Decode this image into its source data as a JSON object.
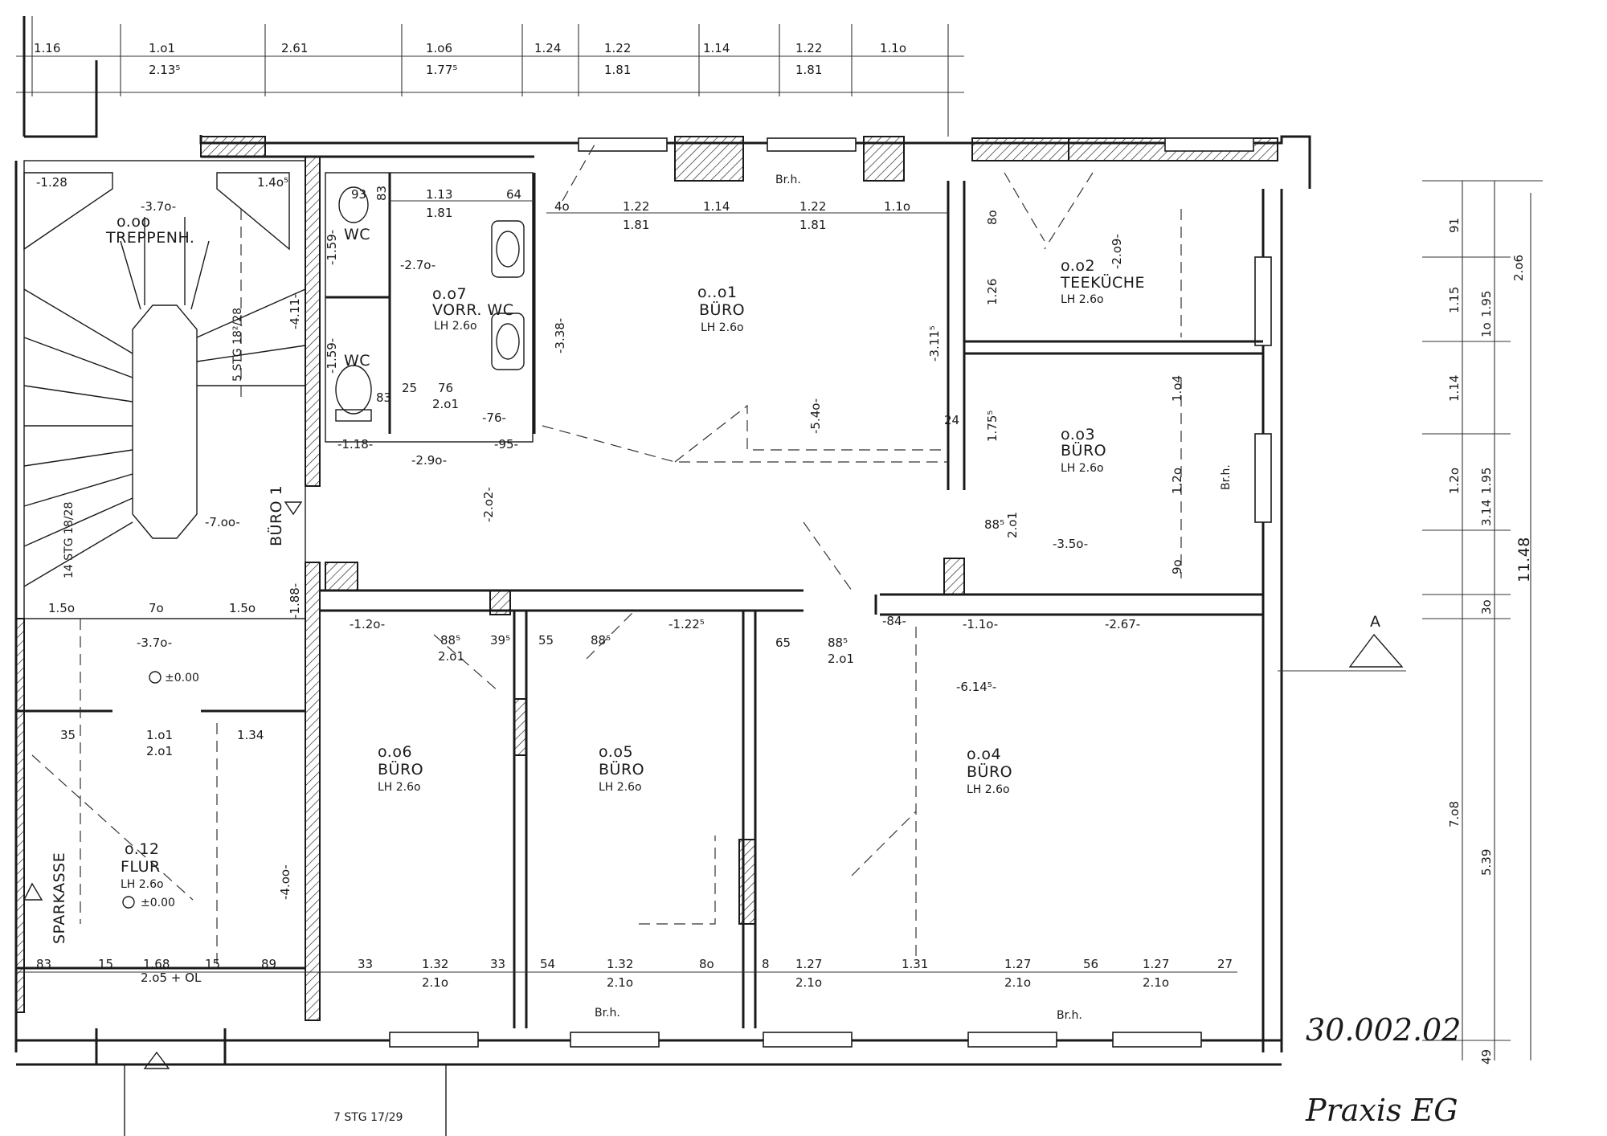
{
  "rooms": [
    {
      "id": "room-000",
      "num": "o.oo",
      "name": "TREPPENH.",
      "lh": ""
    },
    {
      "id": "room-001",
      "num": "o..o1",
      "name": "BÜRO",
      "lh": "LH 2.6o"
    },
    {
      "id": "room-002",
      "num": "o.o2",
      "name": "TEEKÜCHE",
      "lh": "LH 2.6o"
    },
    {
      "id": "room-003",
      "num": "o.o3",
      "name": "BÜRO",
      "lh": "LH 2.6o"
    },
    {
      "id": "room-004",
      "num": "o.o4",
      "name": "BÜRO",
      "lh": "LH 2.6o"
    },
    {
      "id": "room-005",
      "num": "o.o5",
      "name": "BÜRO",
      "lh": "LH 2.6o"
    },
    {
      "id": "room-006",
      "num": "o.o6",
      "name": "BÜRO",
      "lh": "LH 2.6o"
    },
    {
      "id": "room-007",
      "num": "o.o7",
      "name": "VORR. WC",
      "lh": "LH 2.6o"
    },
    {
      "id": "room-012",
      "num": "o.12",
      "name": "FLUR",
      "lh": "LH 2.6o"
    }
  ],
  "labels": {
    "wc_upper": "WC",
    "wc_lower": "WC",
    "buero1": "BÜRO 1",
    "sparkasse": "SPARKASSE",
    "stg_main": "5 STG 18²/28",
    "stg_left": "14 STG 18/28",
    "stg_bottom": "7 STG 17/29",
    "level_upper": "±0.00",
    "level_lower": "±0.00",
    "brh": "Br.h.",
    "section": "A",
    "date": "30.002.02",
    "title": "Praxis EG",
    "olabel": "2.o5 + OL"
  },
  "dims_top": [
    "1.16",
    "1.o1",
    "2.13⁵",
    "2.61",
    "1.o6",
    "1.77⁵",
    "1.24",
    "1.22",
    "1.81",
    "1.14",
    "1.22",
    "1.81",
    "1.1o"
  ],
  "dims_inner_top": [
    "4o",
    "1.22",
    "1.81",
    "1.14",
    "1.22",
    "1.81",
    "1.1o"
  ],
  "dims_wc": [
    "1.13",
    "1.81",
    "64",
    "93",
    "83"
  ],
  "dims_right": [
    "91",
    "1.15",
    "1.95",
    "2.o6",
    "1o",
    "1.14",
    "1.2o",
    "1.95",
    "3.14",
    "11.48",
    "3o",
    "7.o8",
    "5.39",
    "49"
  ],
  "dims_bottom": [
    "83",
    "15",
    "1.68",
    "15",
    "89",
    "33",
    "1.32",
    "2.1o",
    "33",
    "54",
    "1.32",
    "2.1o",
    "8o",
    "8",
    "1.27",
    "2.1o",
    "1.31",
    "1.27",
    "2.1o",
    "56",
    "1.27",
    "2.1o",
    "27"
  ],
  "dims_misc": [
    "-3.7o-",
    "-1.28",
    "1.4o⁵",
    "-2.7o-",
    "-3.38-",
    "-5.4o-",
    "-3.11⁵",
    "-2.9o-",
    "-2.o2-",
    "-7.oo-",
    "-4.11-",
    "-1.88-",
    "-1.2o-",
    "88⁵",
    "2.o1",
    "39⁵",
    "55",
    "88⁵",
    "-1.22⁵",
    "65",
    "88⁵",
    "2.o1",
    "-84-",
    "-1.1o-",
    "-2.67-",
    "-6.14⁵-",
    "-3.5o-",
    "1.5o",
    "7o",
    "1.5o",
    "-3.7o-",
    "1.o1",
    "2.o1",
    "1.34",
    "35",
    "-4.oo-",
    "1.26",
    "8o",
    "-2.o9-",
    "1.o4",
    "1.2o",
    "1.75⁵",
    "9o",
    "24",
    "88⁵",
    "2.o1",
    "-1.18-",
    "-95-",
    "-76-",
    "76",
    "25",
    "2.o1",
    "83",
    "-1.59-",
    "-1.59-"
  ]
}
